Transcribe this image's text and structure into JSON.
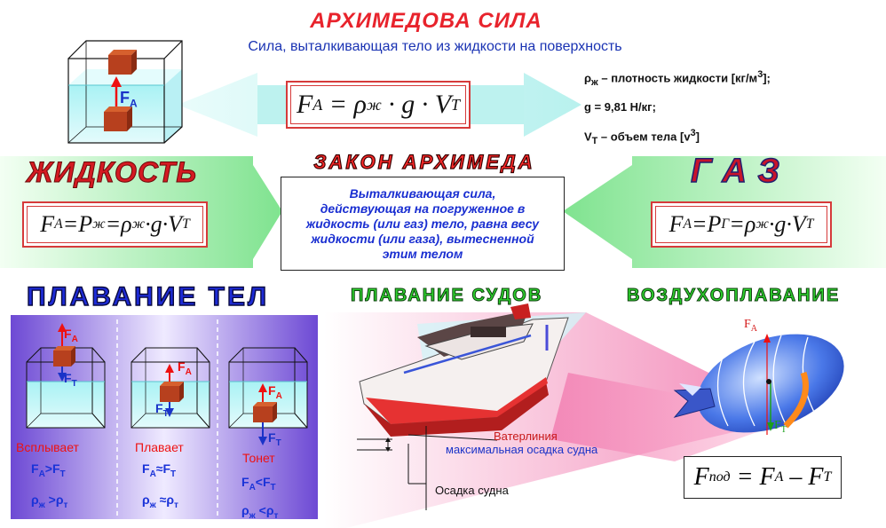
{
  "header": {
    "title": "АРХИМЕДОВА СИЛА",
    "subtitle": "Сила, выталкивающая тело из жидкости на поверхность"
  },
  "main_formula": {
    "lhs": "F",
    "lhs_sub": "A",
    "rho": "ρ",
    "rho_sub": "ж",
    "g": "g",
    "v": "V",
    "v_sub": "T"
  },
  "notes": {
    "density": "ρ",
    "density_sub": "ж",
    "density_text": " – плотность жидкости [кг/м",
    "density_sup": "3",
    "density_tail": "];",
    "g_value": "g = 9,81 Н/кг;",
    "volume": "V",
    "volume_sub": "T",
    "volume_text": " – объем тела [v",
    "volume_sup": "3",
    "volume_tail": "]"
  },
  "top_left_tank": {
    "force_label": "F",
    "force_sub": "A"
  },
  "liquid": {
    "heading": "ЖИДКОСТЬ",
    "f": "F",
    "f_sub": "A",
    "p": "P",
    "p_sub": "ж",
    "rho_sub": "ж"
  },
  "law": {
    "heading": "ЗАКОН АРХИМЕДА",
    "line1": "Выталкивающая сила,",
    "line2": "действующая на погруженное в",
    "line3": "жидкость (или газ) тело, равна весу",
    "line4": "жидкости (или газа), вытесненной",
    "line5": "этим телом"
  },
  "gas": {
    "heading": "ГАЗ",
    "f": "F",
    "f_sub": "A",
    "p": "P",
    "p_sub": "Г",
    "rho_sub": "ж"
  },
  "floating": {
    "heading": "ПЛАВАНИЕ ТЕЛ",
    "cases": [
      {
        "label": "Всплывает",
        "cond": "F",
        "cond_sub1": "A",
        "op": ">",
        "cond2": "F",
        "cond_sub2": "T",
        "rho": "ρ",
        "rho_sub1": "ж",
        "rho_op": " >",
        "rho2": "ρ",
        "rho_sub2": "т",
        "fa": "F",
        "fa_sub": "A",
        "ft": "F",
        "ft_sub": "T"
      },
      {
        "label": "Плавает",
        "cond": "F",
        "cond_sub1": "A",
        "op": "≈",
        "cond2": "F",
        "cond_sub2": "T",
        "rho": "ρ",
        "rho_sub1": "ж",
        "rho_op": " ≈",
        "rho2": "ρ",
        "rho_sub2": "т",
        "fa": "F",
        "fa_sub": "A",
        "ft": "F",
        "ft_sub": "T"
      },
      {
        "label": "Тонет",
        "cond": "F",
        "cond_sub1": "A",
        "op": "<",
        "cond2": "F",
        "cond_sub2": "T",
        "rho": "ρ",
        "rho_sub1": "ж",
        "rho_op": " <",
        "rho2": "ρ",
        "rho_sub2": "т",
        "fa": "F",
        "fa_sub": "A",
        "ft": "F",
        "ft_sub": "T"
      }
    ]
  },
  "ships": {
    "heading": "ПЛАВАНИЕ СУДОВ",
    "waterline": "Ватерлиния",
    "max_draft": "максимальная осадка судна",
    "draft": "Осадка судна"
  },
  "aero": {
    "heading": "ВОЗДУХОПЛАВАНИЕ",
    "fa": "F",
    "fa_sub": "A",
    "ft": "F",
    "ft_sub": "T",
    "f": "F",
    "f_sub": "под",
    "f2": "F",
    "f2_sub": "A",
    "f3": "F",
    "f3_sub": "T"
  },
  "colors": {
    "title_red": "#e8232c",
    "subtitle_blue": "#1a33b3",
    "cyan_arrow": "#c9f6f3",
    "green_arrow": "#8de89a",
    "law_text": "#1a2fd1",
    "panel_purple": "#7b55d8",
    "pink_beam": "#f06fa8"
  }
}
